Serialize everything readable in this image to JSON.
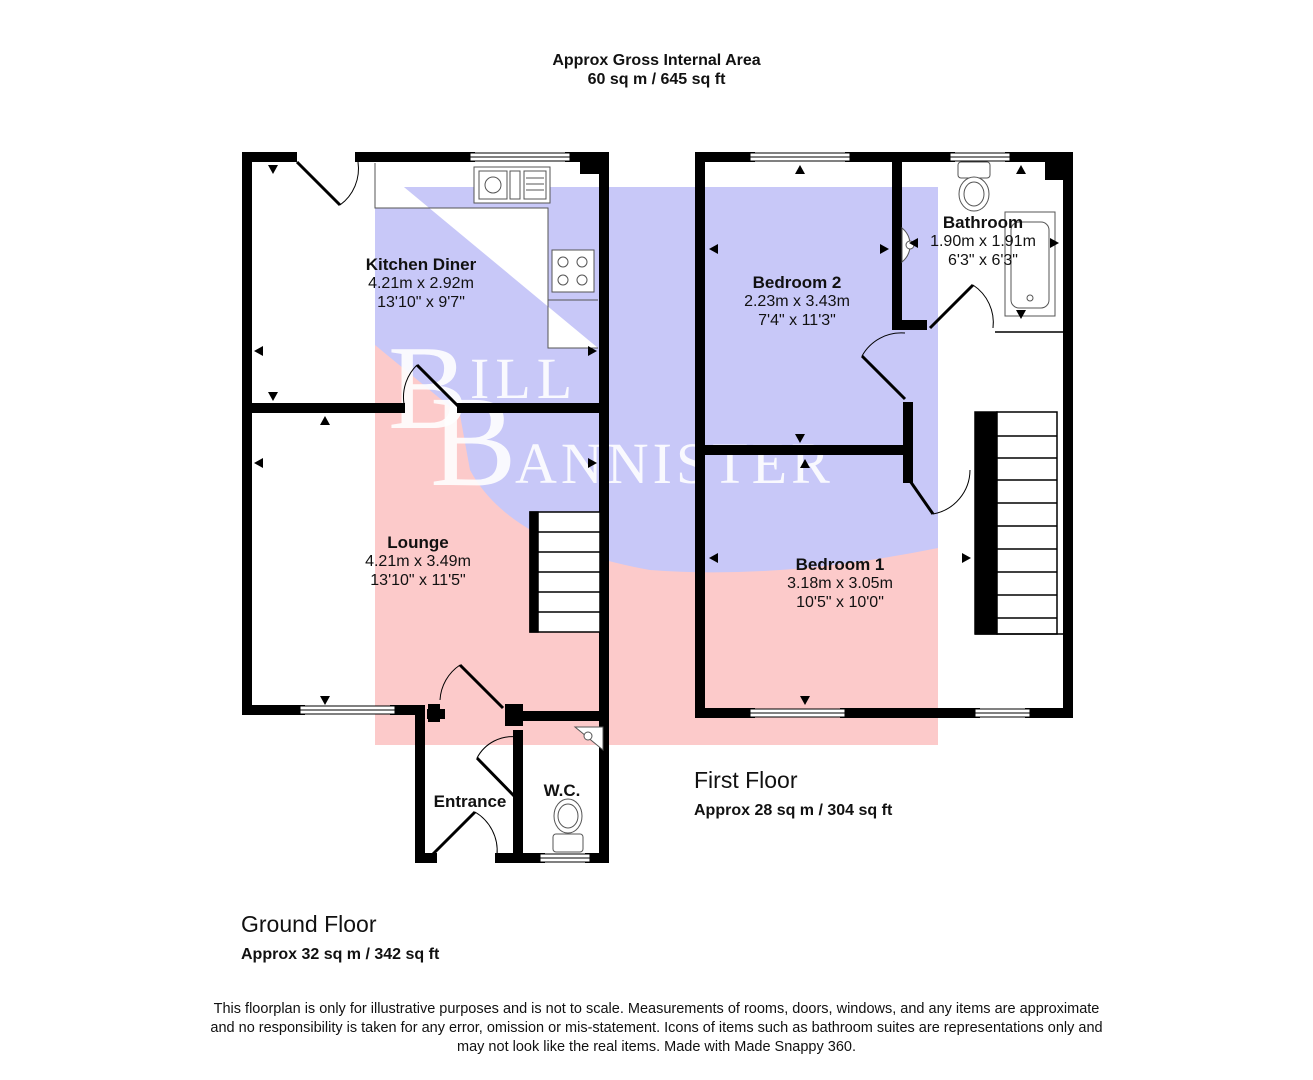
{
  "header": {
    "line1": "Approx Gross Internal Area",
    "line2": "60 sq m / 645 sq ft"
  },
  "watermark": {
    "brand_line1": "BILL",
    "brand_line2": "BANNISTER"
  },
  "ground_floor": {
    "title": "Ground Floor",
    "area": "Approx 32 sq m / 342 sq ft",
    "rooms": {
      "kitchen": {
        "name": "Kitchen Diner",
        "metric": "4.21m x 2.92m",
        "imperial": "13'10\" x 9'7\""
      },
      "lounge": {
        "name": "Lounge",
        "metric": "4.21m x 3.49m",
        "imperial": "13'10\" x 11'5\""
      },
      "entrance": {
        "name": "Entrance"
      },
      "wc": {
        "name": "W.C."
      }
    }
  },
  "first_floor": {
    "title": "First Floor",
    "area": "Approx 28 sq m / 304 sq ft",
    "rooms": {
      "bedroom2": {
        "name": "Bedroom 2",
        "metric": "2.23m x 3.43m",
        "imperial": "7'4\" x 11'3\""
      },
      "bathroom": {
        "name": "Bathroom",
        "metric": "1.90m x 1.91m",
        "imperial": "6'3\" x 6'3\""
      },
      "bedroom1": {
        "name": "Bedroom 1",
        "metric": "3.18m x 3.05m",
        "imperial": "10'5\" x 10'0\""
      }
    }
  },
  "disclaimer": {
    "line1": "This floorplan is only for illustrative purposes and is not to scale. Measurements of rooms, doors, windows, and any items are approximate",
    "line2": "and no responsibility is taken for any error, omission or mis-statement. Icons of items such as bathroom suites are representations only and",
    "line3": "may not look like the real items. Made with Made Snappy 360."
  },
  "colors": {
    "wall": "#000000",
    "watermark_blue": "#c8c8f8",
    "watermark_red": "#fccaca",
    "fixture": "#555555"
  }
}
